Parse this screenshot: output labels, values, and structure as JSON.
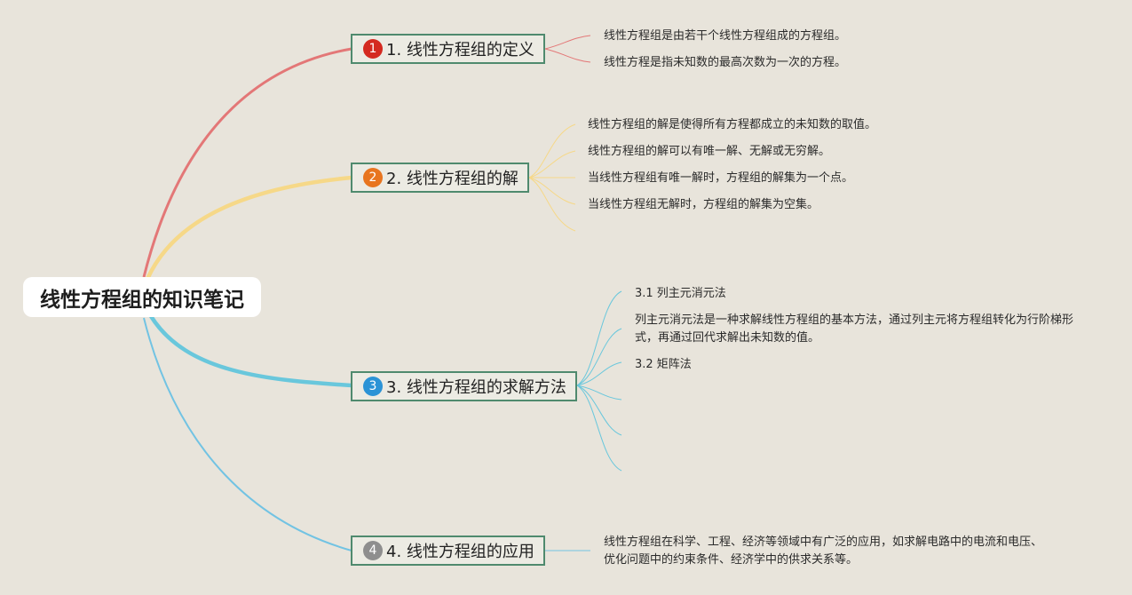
{
  "root": {
    "label": "线性方程组的知识笔记"
  },
  "topics": [
    {
      "number": "1",
      "label": "1. 线性方程组的定义",
      "color": "#e37777",
      "badge_color": "#d42a20"
    },
    {
      "number": "2",
      "label": "2. 线性方程组的解",
      "color": "#f6d888",
      "badge_color": "#e8751f"
    },
    {
      "number": "3",
      "label": "3. 线性方程组的求解方法",
      "color": "#69c7dc",
      "badge_color": "#2b93d6"
    },
    {
      "number": "4",
      "label": "4. 线性方程组的应用",
      "color": "#72c3e3",
      "badge_color": "#8e8e8e"
    }
  ],
  "details": {
    "definition": [
      "线性方程组是由若干个线性方程组成的方程组。",
      "线性方程是指未知数的最高次数为一次的方程。"
    ],
    "solution": [
      "线性方程组的解是使得所有方程都成立的未知数的取值。",
      "线性方程组的解可以有唯一解、无解或无穷解。",
      "当线性方程组有唯一解时，方程组的解集为一个点。",
      "当线性方程组无解时，方程组的解集为空集。"
    ],
    "methods": [
      "3.1 列主元消元法",
      "列主元消元法是一种求解线性方程组的基本方法，通过列主元将方程组转化为行阶梯形式，再通过回代求解出未知数的值。",
      "3.2 矩阵法"
    ],
    "application": [
      "线性方程组在科学、工程、经济等领域中有广泛的应用，如求解电路中的电流和电压、优化问题中的约束条件、经济学中的供求关系等。"
    ]
  }
}
